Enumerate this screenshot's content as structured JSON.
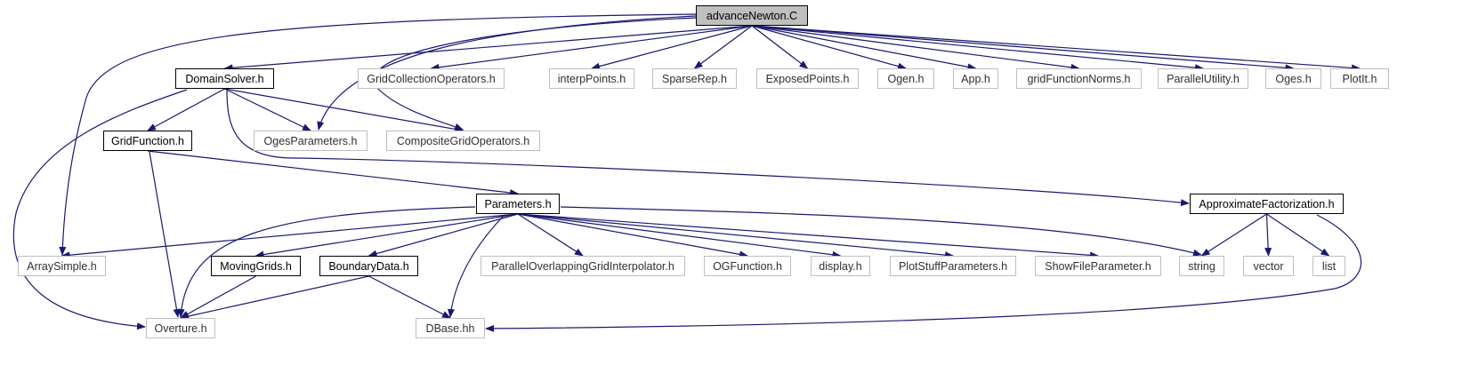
{
  "diagram": {
    "colors": {
      "edge": "#191970",
      "root_fill": "#bfbfbf",
      "doc_border": "#000000",
      "ext_border": "#bfbfbf"
    },
    "nodes": {
      "advanceNewton": {
        "label": "advanceNewton.C",
        "kind": "root"
      },
      "DomainSolver": {
        "label": "DomainSolver.h",
        "kind": "doc"
      },
      "GridCollectionOperators": {
        "label": "GridCollectionOperators.h",
        "kind": "ext"
      },
      "interpPoints": {
        "label": "interpPoints.h",
        "kind": "ext"
      },
      "SparseRep": {
        "label": "SparseRep.h",
        "kind": "ext"
      },
      "ExposedPoints": {
        "label": "ExposedPoints.h",
        "kind": "ext"
      },
      "Ogen": {
        "label": "Ogen.h",
        "kind": "ext"
      },
      "App": {
        "label": "App.h",
        "kind": "ext"
      },
      "gridFunctionNorms": {
        "label": "gridFunctionNorms.h",
        "kind": "ext"
      },
      "ParallelUtility": {
        "label": "ParallelUtility.h",
        "kind": "ext"
      },
      "Oges": {
        "label": "Oges.h",
        "kind": "ext"
      },
      "PlotIt": {
        "label": "PlotIt.h",
        "kind": "ext"
      },
      "GridFunction": {
        "label": "GridFunction.h",
        "kind": "doc"
      },
      "OgesParameters": {
        "label": "OgesParameters.h",
        "kind": "ext"
      },
      "CompositeGridOperators": {
        "label": "CompositeGridOperators.h",
        "kind": "ext"
      },
      "Parameters": {
        "label": "Parameters.h",
        "kind": "doc"
      },
      "ApproximateFactorization": {
        "label": "ApproximateFactorization.h",
        "kind": "doc"
      },
      "ArraySimple": {
        "label": "ArraySimple.h",
        "kind": "ext"
      },
      "MovingGrids": {
        "label": "MovingGrids.h",
        "kind": "doc"
      },
      "BoundaryData": {
        "label": "BoundaryData.h",
        "kind": "doc"
      },
      "ParallelOverlapping": {
        "label": "ParallelOverlappingGridInterpolator.h",
        "kind": "ext"
      },
      "OGFunction": {
        "label": "OGFunction.h",
        "kind": "ext"
      },
      "display": {
        "label": "display.h",
        "kind": "ext"
      },
      "PlotStuffParameters": {
        "label": "PlotStuffParameters.h",
        "kind": "ext"
      },
      "ShowFileParameter": {
        "label": "ShowFileParameter.h",
        "kind": "ext"
      },
      "string": {
        "label": "string",
        "kind": "ext"
      },
      "vector": {
        "label": "vector",
        "kind": "ext"
      },
      "list": {
        "label": "list",
        "kind": "ext"
      },
      "Overture": {
        "label": "Overture.h",
        "kind": "ext"
      },
      "DBase": {
        "label": "DBase.hh",
        "kind": "ext"
      }
    },
    "edges": [
      [
        "advanceNewton",
        "DomainSolver"
      ],
      [
        "advanceNewton",
        "GridCollectionOperators"
      ],
      [
        "advanceNewton",
        "interpPoints"
      ],
      [
        "advanceNewton",
        "SparseRep"
      ],
      [
        "advanceNewton",
        "ExposedPoints"
      ],
      [
        "advanceNewton",
        "Ogen"
      ],
      [
        "advanceNewton",
        "App"
      ],
      [
        "advanceNewton",
        "gridFunctionNorms"
      ],
      [
        "advanceNewton",
        "ParallelUtility"
      ],
      [
        "advanceNewton",
        "Oges"
      ],
      [
        "advanceNewton",
        "PlotIt"
      ],
      [
        "advanceNewton",
        "ArraySimple"
      ],
      [
        "advanceNewton",
        "OgesParameters"
      ],
      [
        "advanceNewton",
        "CompositeGridOperators"
      ],
      [
        "DomainSolver",
        "GridFunction"
      ],
      [
        "DomainSolver",
        "OgesParameters"
      ],
      [
        "DomainSolver",
        "CompositeGridOperators"
      ],
      [
        "DomainSolver",
        "ApproximateFactorization"
      ],
      [
        "DomainSolver",
        "Overture"
      ],
      [
        "GridFunction",
        "Parameters"
      ],
      [
        "GridFunction",
        "Overture"
      ],
      [
        "Parameters",
        "ArraySimple"
      ],
      [
        "Parameters",
        "Overture"
      ],
      [
        "Parameters",
        "MovingGrids"
      ],
      [
        "Parameters",
        "BoundaryData"
      ],
      [
        "Parameters",
        "DBase"
      ],
      [
        "Parameters",
        "ParallelOverlapping"
      ],
      [
        "Parameters",
        "OGFunction"
      ],
      [
        "Parameters",
        "display"
      ],
      [
        "Parameters",
        "PlotStuffParameters"
      ],
      [
        "Parameters",
        "ShowFileParameter"
      ],
      [
        "Parameters",
        "string"
      ],
      [
        "MovingGrids",
        "Overture"
      ],
      [
        "BoundaryData",
        "Overture"
      ],
      [
        "BoundaryData",
        "DBase"
      ],
      [
        "ApproximateFactorization",
        "string"
      ],
      [
        "ApproximateFactorization",
        "vector"
      ],
      [
        "ApproximateFactorization",
        "list"
      ],
      [
        "ApproximateFactorization",
        "DBase"
      ]
    ]
  }
}
